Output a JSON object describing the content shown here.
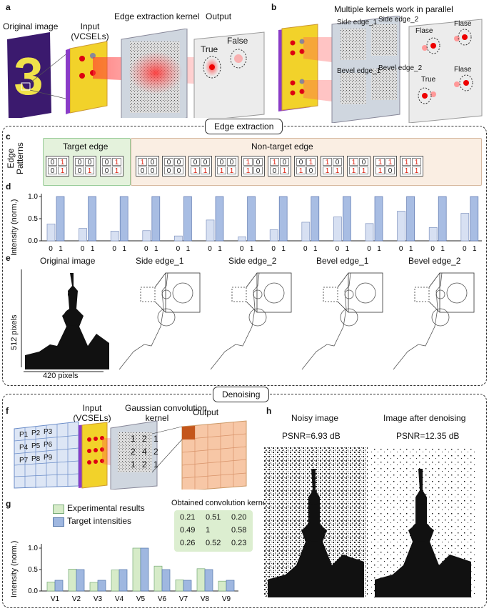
{
  "panel_a": {
    "letter": "a",
    "original_image": "Original image",
    "input": "Input",
    "input_sub": "(VCSELs)",
    "kernel": "Edge extraction kernel",
    "output": "Output",
    "true_label": "True",
    "false_label": "False",
    "digit": "3"
  },
  "panel_b": {
    "letter": "b",
    "title": "Multiple kernels work in parallel",
    "kernels": [
      "Side edge_1",
      "Side edge_2",
      "Bevel edge_1",
      "Bevel edge_2"
    ],
    "outputs": [
      "Flase",
      "Flase",
      "True",
      "Flase"
    ]
  },
  "edge_section": "Edge extraction",
  "panel_c": {
    "letter": "c",
    "row_label_1": "Edge",
    "row_label_2": "Patterns",
    "target": "Target edge",
    "non_target": "Non-target edge",
    "patterns": [
      [
        [
          "0",
          "1"
        ],
        [
          "0",
          "1"
        ]
      ],
      [
        [
          "0",
          "0"
        ],
        [
          "0",
          "1"
        ]
      ],
      [
        [
          "0",
          "1"
        ],
        [
          "0",
          "1"
        ]
      ],
      [
        [
          "1",
          "0"
        ],
        [
          "0",
          "0"
        ]
      ],
      [
        [
          "0",
          "0"
        ],
        [
          "0",
          "0"
        ]
      ],
      [
        [
          "0",
          "0"
        ],
        [
          "1",
          "1"
        ]
      ],
      [
        [
          "0",
          "0"
        ],
        [
          "1",
          "1"
        ]
      ],
      [
        [
          "1",
          "0"
        ],
        [
          "1",
          "0"
        ]
      ],
      [
        [
          "1",
          "0"
        ],
        [
          "0",
          "1"
        ]
      ],
      [
        [
          "0",
          "1"
        ],
        [
          "1",
          "0"
        ]
      ],
      [
        [
          "1",
          "0"
        ],
        [
          "1",
          "1"
        ]
      ],
      [
        [
          "1",
          "0"
        ],
        [
          "1",
          "1"
        ]
      ],
      [
        [
          "1",
          "1"
        ],
        [
          "1",
          "0"
        ]
      ],
      [
        [
          "1",
          "1"
        ],
        [
          "1",
          "1"
        ]
      ]
    ]
  },
  "panel_d": {
    "letter": "d",
    "ylabel": "Intensity (norm.)",
    "ticks": [
      "0.0",
      "0.5",
      "1.0"
    ],
    "xticks": [
      "0",
      "1"
    ]
  },
  "chart_data": [
    {
      "type": "bar",
      "panel": "d",
      "ylabel": "Intensity (norm.)",
      "ylim": [
        0,
        1.0
      ],
      "groups": 14,
      "series": [
        {
          "name": "0",
          "values": [
            0.38,
            0.28,
            0.22,
            0.23,
            0.11,
            0.47,
            0.09,
            0.25,
            0.42,
            0.54,
            0.39,
            0.67,
            0.3,
            0.62
          ]
        },
        {
          "name": "1",
          "values": [
            1.0,
            1.0,
            1.0,
            1.0,
            1.0,
            1.0,
            1.0,
            1.0,
            1.0,
            1.0,
            1.0,
            1.0,
            1.0,
            1.0
          ]
        }
      ]
    },
    {
      "type": "bar",
      "panel": "g",
      "ylabel": "Intensity (norm.)",
      "categories": [
        "V1",
        "V2",
        "V3",
        "V4",
        "V5",
        "V6",
        "V7",
        "V8",
        "V9"
      ],
      "ylim": [
        0,
        1.0
      ],
      "series": [
        {
          "name": "Experimental results",
          "values": [
            0.21,
            0.51,
            0.2,
            0.49,
            1.0,
            0.58,
            0.26,
            0.52,
            0.23
          ]
        },
        {
          "name": "Target intensities",
          "values": [
            0.25,
            0.5,
            0.25,
            0.5,
            1.0,
            0.5,
            0.25,
            0.5,
            0.25
          ]
        }
      ]
    }
  ],
  "panel_e": {
    "letter": "e",
    "titles": [
      "Original image",
      "Side edge_1",
      "Side edge_2",
      "Bevel edge_1",
      "Bevel edge_2"
    ],
    "height_label": "512 pixels",
    "width_label": "420 pixels"
  },
  "denoise_section": "Denoising",
  "panel_f": {
    "letter": "f",
    "input": "Input",
    "input_sub": "(VCSELs)",
    "kernel_1": "Gaussian convolution",
    "kernel_2": "kernel",
    "output": "Output",
    "pixels": [
      "P1",
      "P2",
      "P3",
      "P4",
      "P5",
      "P6",
      "P7",
      "P8",
      "P9"
    ],
    "kernel_values": [
      "1",
      "2",
      "1",
      "2",
      "4",
      "2",
      "1",
      "2",
      "1"
    ]
  },
  "panel_g": {
    "letter": "g",
    "legend": [
      "Experimental results",
      "Target intensities"
    ],
    "ylabel": "Intensity (norm.)",
    "ticks": [
      "0.0",
      "0.5",
      "1.0"
    ],
    "kernel_title": "Obtained convolution kernel",
    "kernel": [
      "0.21",
      "0.51",
      "0.20",
      "0.49",
      "1",
      "0.58",
      "0.26",
      "0.52",
      "0.23"
    ]
  },
  "panel_h": {
    "letter": "h",
    "noisy_title": "Noisy image",
    "noisy_psnr": "PSNR=6.93 dB",
    "denoised_title": "Image after denoising",
    "denoised_psnr": "PSNR=12.35 dB"
  },
  "colors": {
    "bar_one": "#a8bde3",
    "bar_zero": "#d7e0f2",
    "exp": "#d6ebc8",
    "target": "#9fb7e0",
    "vcsel": "#f2d22a",
    "output_grid": "#f7c7a6",
    "output_hot": "#c4561b"
  }
}
